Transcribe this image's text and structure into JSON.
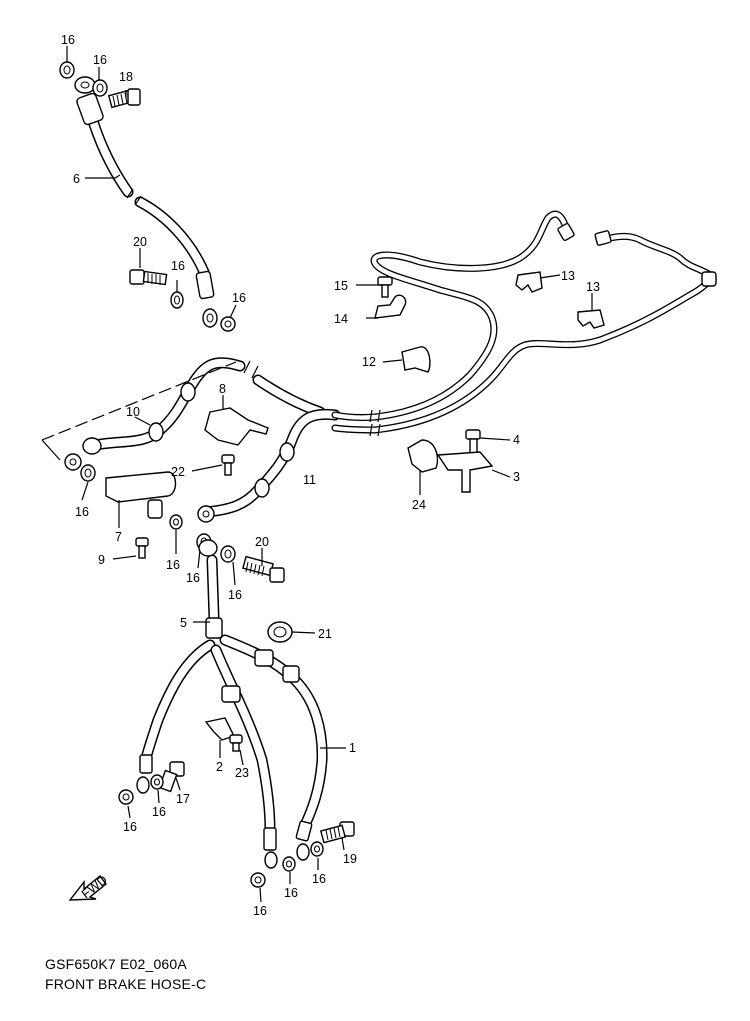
{
  "diagram": {
    "callouts": [
      "16",
      "16",
      "18",
      "6",
      "20",
      "16",
      "16",
      "15",
      "13",
      "14",
      "13",
      "12",
      "8",
      "10",
      "4",
      "22",
      "3",
      "11",
      "24",
      "16",
      "7",
      "9",
      "16",
      "16",
      "20",
      "16",
      "5",
      "21",
      "1",
      "2",
      "23",
      "17",
      "16",
      "16",
      "19",
      "16",
      "16",
      "16"
    ],
    "fwd_label": "FWD"
  },
  "caption": {
    "code": "GSF650K7 E02_060A",
    "title": "FRONT BRAKE HOSE-C"
  }
}
